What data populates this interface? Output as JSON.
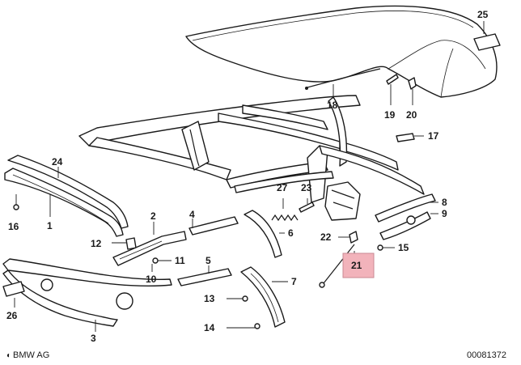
{
  "colors": {
    "ink": "#1a1a1a",
    "background": "#ffffff",
    "highlight": "#f2b3bb"
  },
  "callouts": {
    "c1": "1",
    "c2": "2",
    "c3": "3",
    "c4": "4",
    "c5": "5",
    "c6": "6",
    "c7": "7",
    "c8": "8",
    "c9": "9",
    "c10": "10",
    "c11": "11",
    "c12": "12",
    "c13": "13",
    "c14": "14",
    "c15": "15",
    "c16": "16",
    "c17": "17",
    "c18": "18",
    "c19": "19",
    "c20": "20",
    "c21": "21",
    "c22": "22",
    "c23": "23",
    "c24": "24",
    "c25": "25",
    "c26": "26",
    "c27": "27"
  },
  "highlighted_callout": "21",
  "footer": {
    "brand": "BMW AG",
    "logo_icon": "bmw-roundel-icon",
    "doc_number": "00081372"
  }
}
